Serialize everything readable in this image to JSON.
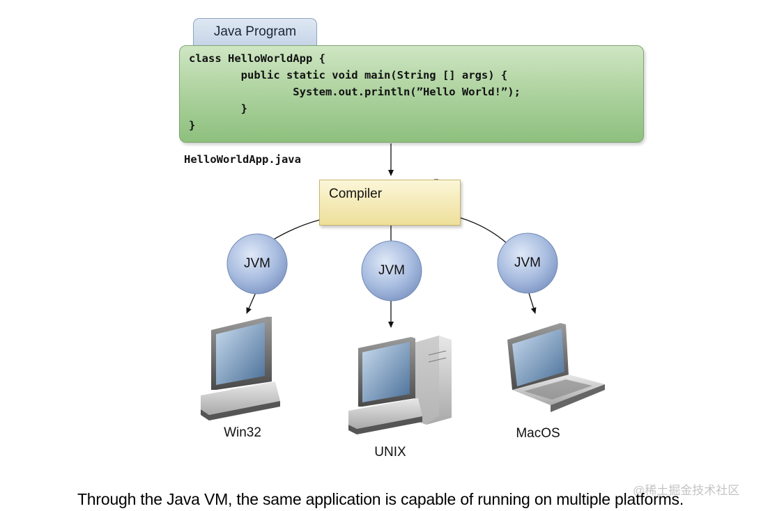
{
  "diagram": {
    "tab_label": "Java Program",
    "code_lines": [
      "class HelloWorldApp {",
      "        public static void main(String [] args) {",
      "                System.out.println(”Hello World!”);",
      "        }",
      "}"
    ],
    "filename": "HelloWorldApp.java",
    "compiler_label": "Compiler",
    "jvm_labels": [
      "JVM",
      "JVM",
      "JVM"
    ],
    "platforms": [
      "Win32",
      "UNIX",
      "MacOS"
    ]
  },
  "caption": "Through the Java VM, the same application is capable of running on multiple platforms.",
  "watermark": "@稀土掘金技术社区",
  "colors": {
    "code_box": "#a9d09a",
    "compiler_box": "#f3e9b0",
    "jvm_circle": "#a9bde0",
    "tab": "#c9d7e8"
  }
}
